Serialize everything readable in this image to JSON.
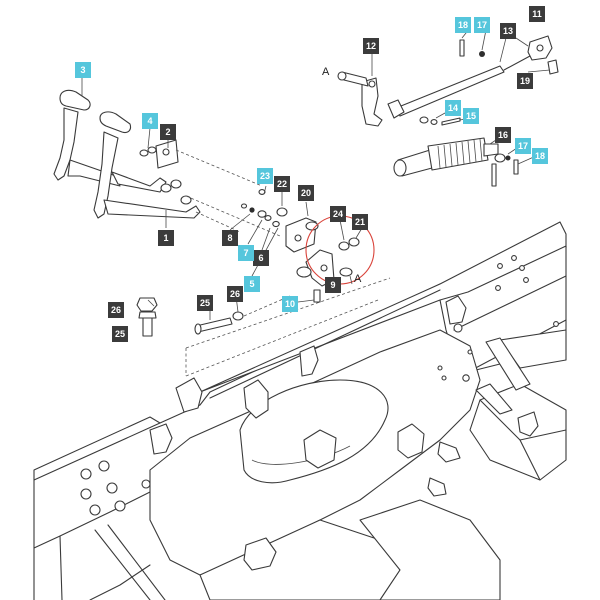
{
  "callouts": [
    {
      "id": "c1",
      "text": "1",
      "style": "dark"
    },
    {
      "id": "c2",
      "text": "2",
      "style": "dark"
    },
    {
      "id": "c3",
      "text": "3",
      "style": "cyan"
    },
    {
      "id": "c4",
      "text": "4",
      "style": "cyan"
    },
    {
      "id": "c5",
      "text": "5",
      "style": "cyan"
    },
    {
      "id": "c6",
      "text": "6",
      "style": "dark"
    },
    {
      "id": "c7",
      "text": "7",
      "style": "cyan"
    },
    {
      "id": "c8",
      "text": "8",
      "style": "dark"
    },
    {
      "id": "c9",
      "text": "9",
      "style": "dark"
    },
    {
      "id": "c10",
      "text": "10",
      "style": "cyan"
    },
    {
      "id": "c11",
      "text": "11",
      "style": "dark"
    },
    {
      "id": "c12",
      "text": "12",
      "style": "dark"
    },
    {
      "id": "c13",
      "text": "13",
      "style": "dark"
    },
    {
      "id": "c14a",
      "text": "14",
      "style": "cyan"
    },
    {
      "id": "c15",
      "text": "15",
      "style": "cyan"
    },
    {
      "id": "c16",
      "text": "16",
      "style": "dark"
    },
    {
      "id": "c17a",
      "text": "17",
      "style": "cyan"
    },
    {
      "id": "c17b",
      "text": "17",
      "style": "cyan"
    },
    {
      "id": "c18a",
      "text": "18",
      "style": "cyan"
    },
    {
      "id": "c18b",
      "text": "18",
      "style": "cyan"
    },
    {
      "id": "c19",
      "text": "19",
      "style": "dark"
    },
    {
      "id": "c20",
      "text": "20",
      "style": "dark"
    },
    {
      "id": "c21",
      "text": "21",
      "style": "dark"
    },
    {
      "id": "c22",
      "text": "22",
      "style": "dark"
    },
    {
      "id": "c23",
      "text": "23",
      "style": "cyan"
    },
    {
      "id": "c24",
      "text": "24",
      "style": "dark"
    },
    {
      "id": "c25a",
      "text": "25",
      "style": "dark"
    },
    {
      "id": "c25b",
      "text": "25",
      "style": "dark"
    },
    {
      "id": "c26a",
      "text": "26",
      "style": "dark"
    },
    {
      "id": "c26b",
      "text": "26",
      "style": "dark"
    }
  ],
  "refs": {
    "a_left": "A",
    "a_right": "A"
  },
  "colors": {
    "callout_dark": "#3b3b3b",
    "callout_cyan": "#55c6dc",
    "detail_circle": "#d9433a",
    "line": "#3a3a3a"
  }
}
